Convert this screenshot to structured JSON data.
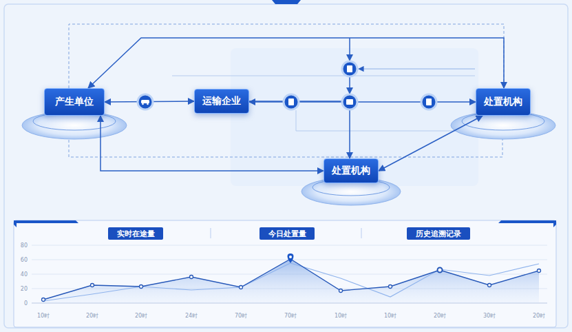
{
  "diagram": {
    "nodes": [
      {
        "text": [
          "产生单位"
        ]
      },
      {
        "text": [
          "运输企业"
        ]
      },
      {
        "text": [
          "处置机构"
        ]
      },
      {
        "text": [
          "处置机构"
        ]
      },
      {
        "text": [
          "实时在途量"
        ]
      },
      {
        "text": [
          "今日处置量"
        ]
      },
      {
        "text": [
          "历史追溯记录"
        ]
      }
    ],
    "edges": [
      {
        "from": 0,
        "to": 1,
        "arrow": "both"
      },
      {
        "from": 1,
        "to": 2,
        "arrow": "both"
      },
      {
        "from": 1,
        "to": 3,
        "arrow": "to"
      },
      {
        "from": 0,
        "to": 3,
        "arrow": "both"
      },
      {
        "from": 3,
        "to": 2,
        "arrow": "both"
      },
      {
        "from": 0,
        "to": 2,
        "arrow": "both"
      }
    ],
    "labels": [
      "80",
      "60",
      "40",
      "20",
      "0",
      "10时",
      "20时",
      "20时",
      "24时",
      "70时",
      "70时",
      "10时",
      "10时",
      "20时",
      "30时",
      "20时"
    ]
  }
}
